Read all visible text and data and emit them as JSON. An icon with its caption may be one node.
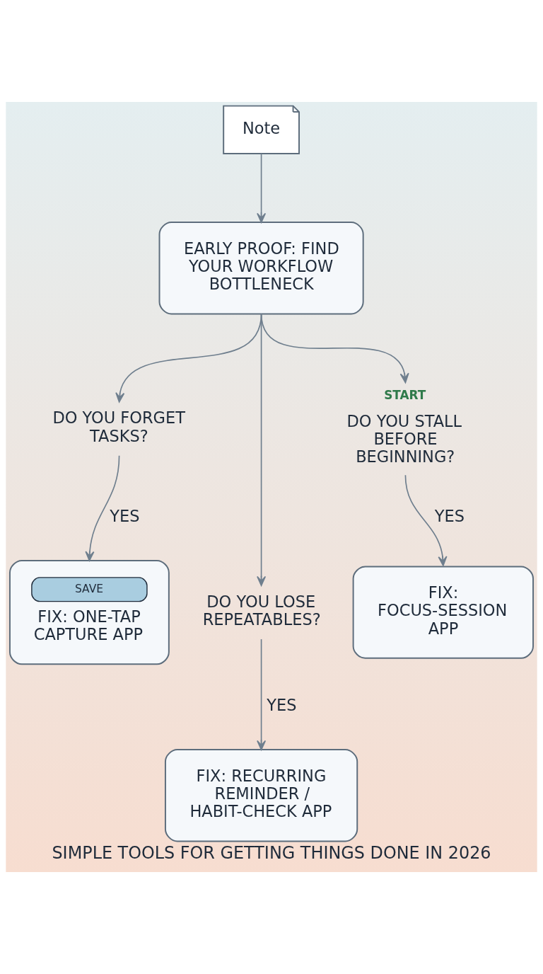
{
  "diagram": {
    "caption": "SIMPLE TOOLS FOR GETTING THINGS DONE IN 2026",
    "nodes": [
      {
        "text": [
          "Note"
        ]
      },
      {
        "text": [
          "EARLY PROOF: FIND YOUR WORKFLOW BOTTLENECK"
        ]
      },
      {
        "text": [
          "DO YOU FORGET TASKS?"
        ]
      },
      {
        "text": [
          "DO YOU LOSE REPEATABLES?"
        ]
      },
      {
        "text": [
          "START",
          "DO YOU STALL BEFORE BEGINNING?"
        ]
      },
      {
        "text": [
          "SAVE",
          "FIX: ONE-TAP CAPTURE APP"
        ]
      },
      {
        "text": [
          "FIX: RECURRING REMINDER / HABIT-CHECK APP"
        ]
      },
      {
        "text": [
          "FIX: FOCUS-SESSION APP"
        ]
      }
    ],
    "edges": [
      {
        "from": 0,
        "to": 1,
        "arrow": "to"
      },
      {
        "from": 1,
        "to": 2,
        "arrow": "to"
      },
      {
        "from": 1,
        "to": 3,
        "arrow": "to"
      },
      {
        "from": 1,
        "to": 4,
        "arrow": "to"
      },
      {
        "from": 2,
        "to": 5,
        "arrow": "to",
        "label": "YES"
      },
      {
        "from": 3,
        "to": 6,
        "arrow": "to",
        "label": "YES"
      },
      {
        "from": 4,
        "to": 7,
        "arrow": "to",
        "label": "YES"
      }
    ]
  }
}
